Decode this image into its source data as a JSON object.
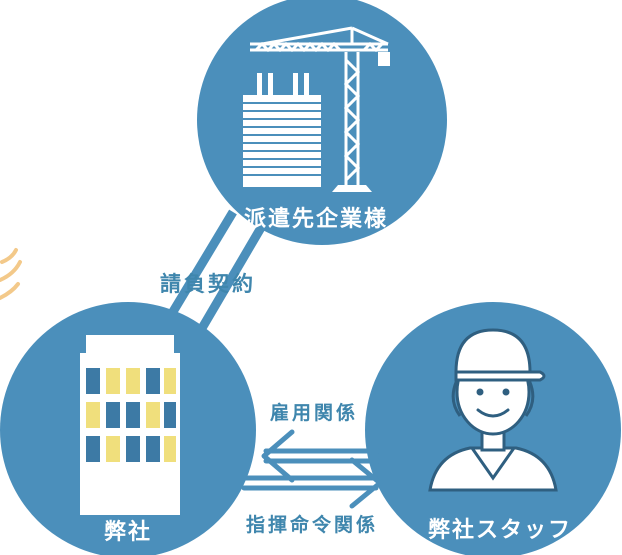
{
  "nodes": {
    "client": {
      "label": "派遣先企業様"
    },
    "company": {
      "label": "弊社"
    },
    "staff": {
      "label": "弊社スタッフ"
    }
  },
  "relations": {
    "contract": "請負契約",
    "employment": "雇用関係",
    "command": "指揮命令関係"
  },
  "colors": {
    "circle": "#4b8fbb",
    "connector": "#4b8fbb",
    "relation_text": "#3f86ad",
    "accent_yellow": "#f0df7c",
    "background": "#ffffff"
  }
}
